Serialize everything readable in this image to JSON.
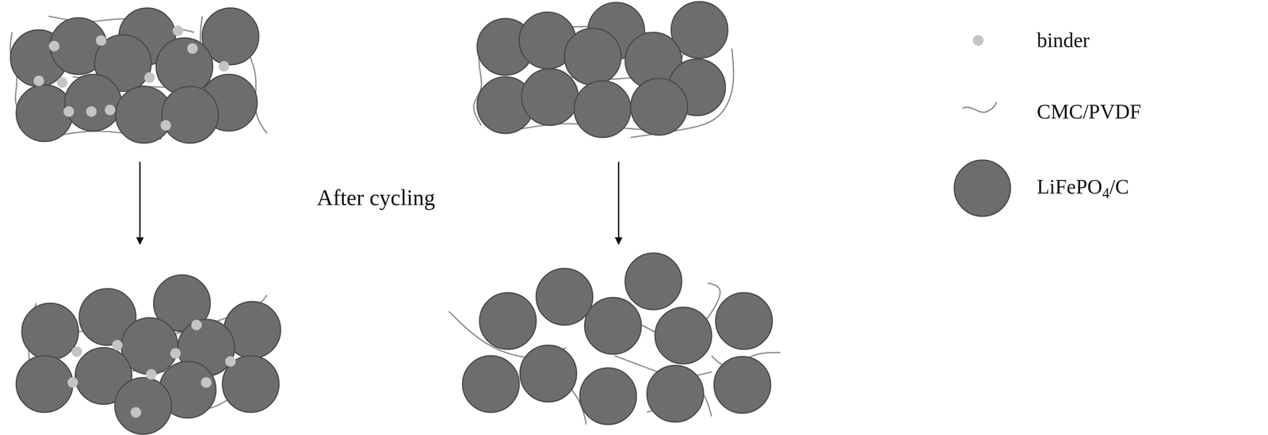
{
  "diagram": {
    "labels": [
      "After cycling"
    ],
    "legend": [
      {
        "text": "binder"
      },
      {
        "text": "CMC/PVDF"
      },
      {
        "text": "LiFePO4/C"
      }
    ]
  }
}
